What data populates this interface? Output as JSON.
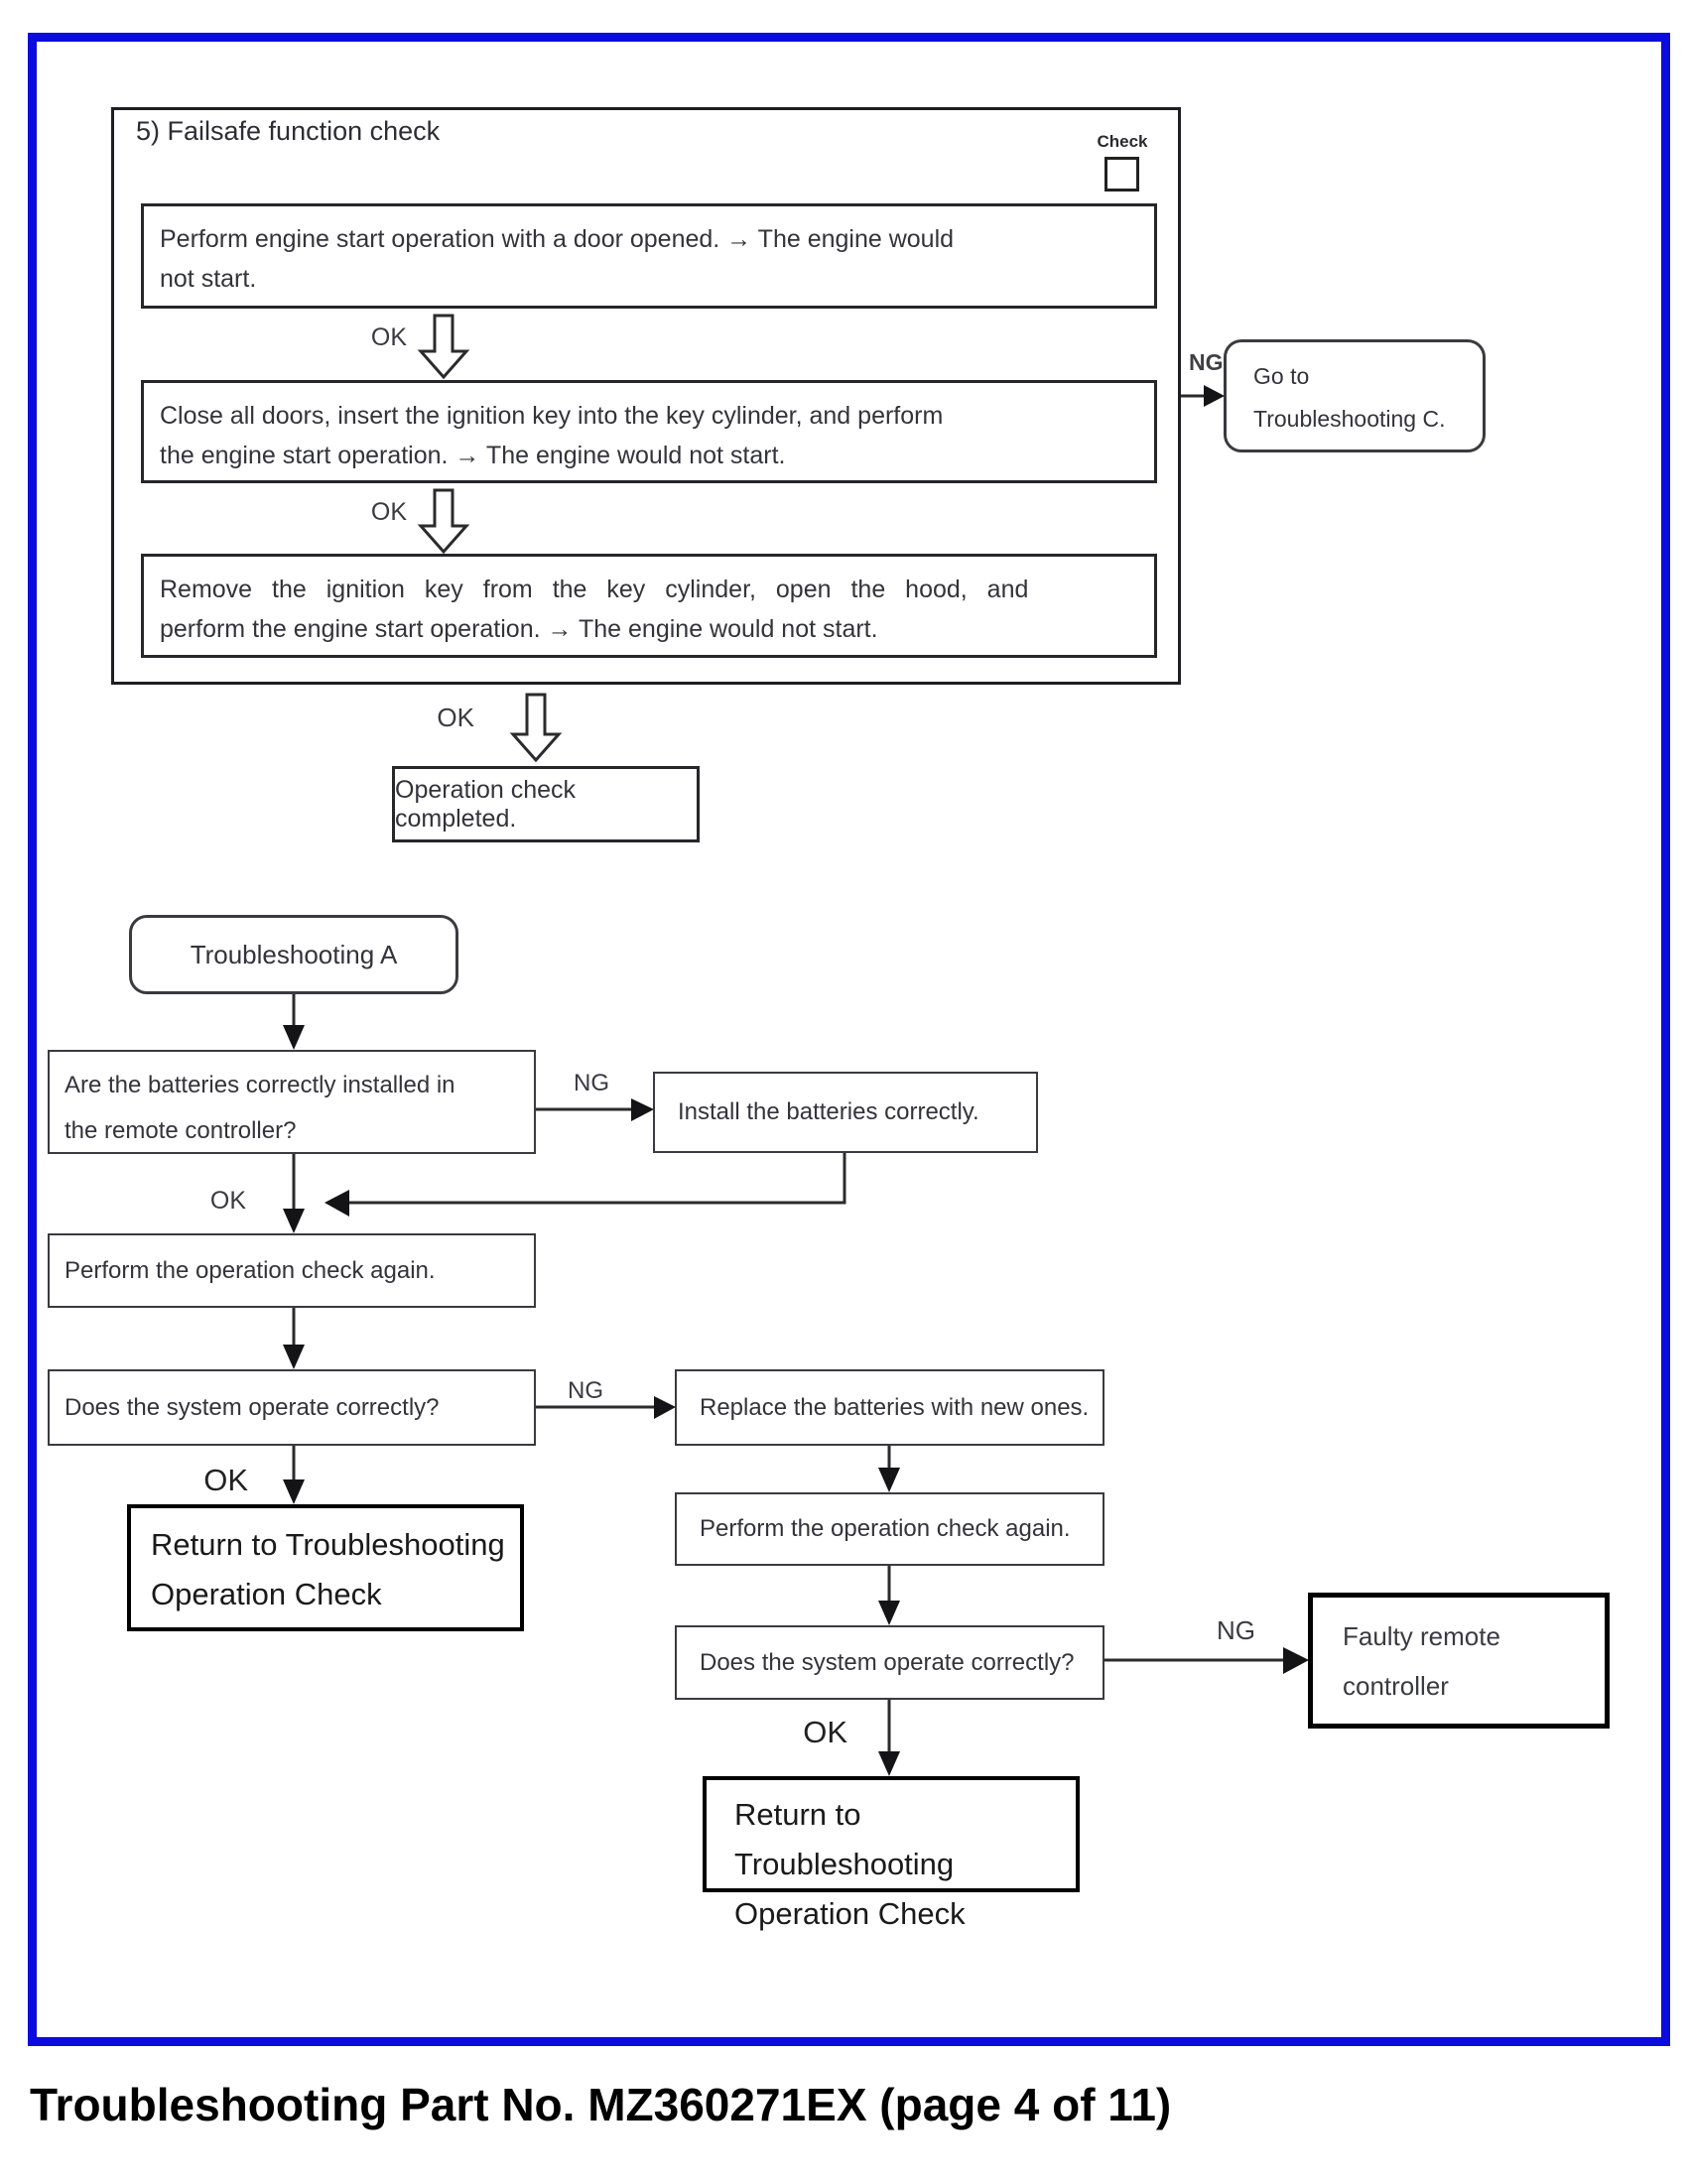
{
  "page": {
    "caption": "Troubleshooting Part No. MZ360271EX (page 4 of 11)"
  },
  "labels": {
    "ok": "OK",
    "ng": "NG"
  },
  "failsafe": {
    "title": "5) Failsafe function check",
    "check_label": "Check",
    "steps": [
      {
        "line1": "Perform engine start operation with a door opened. → The engine would",
        "line2": "not start."
      },
      {
        "line1": "Close all doors, insert the ignition key into the key cylinder, and perform",
        "line2": "the engine start operation. → The engine would not start."
      },
      {
        "line1": "Remove the ignition key from the key cylinder, open the hood, and",
        "line2": "perform the engine start operation. → The engine would not start."
      }
    ],
    "complete": "Operation check completed.",
    "goto_c": {
      "line1": "Go to",
      "line2": "Troubleshooting C."
    }
  },
  "troubleshooting_a": {
    "title": "Troubleshooting A",
    "q_batteries": {
      "line1": "Are the batteries correctly installed in",
      "line2": "the remote controller?"
    },
    "install": "Install the batteries correctly.",
    "perform_again_left": "Perform the operation check again.",
    "q_operate_left": "Does the system operate correctly?",
    "return_left": {
      "line1": "Return to Troubleshooting",
      "line2": "Operation Check"
    },
    "replace": "Replace the batteries with new ones.",
    "perform_again_right": "Perform the operation check again.",
    "q_operate_right": "Does the system operate correctly?",
    "faulty": {
      "line1": "Faulty remote",
      "line2": "controller"
    },
    "return_right": {
      "line1": "Return to Troubleshooting",
      "line2": "Operation Check"
    }
  }
}
